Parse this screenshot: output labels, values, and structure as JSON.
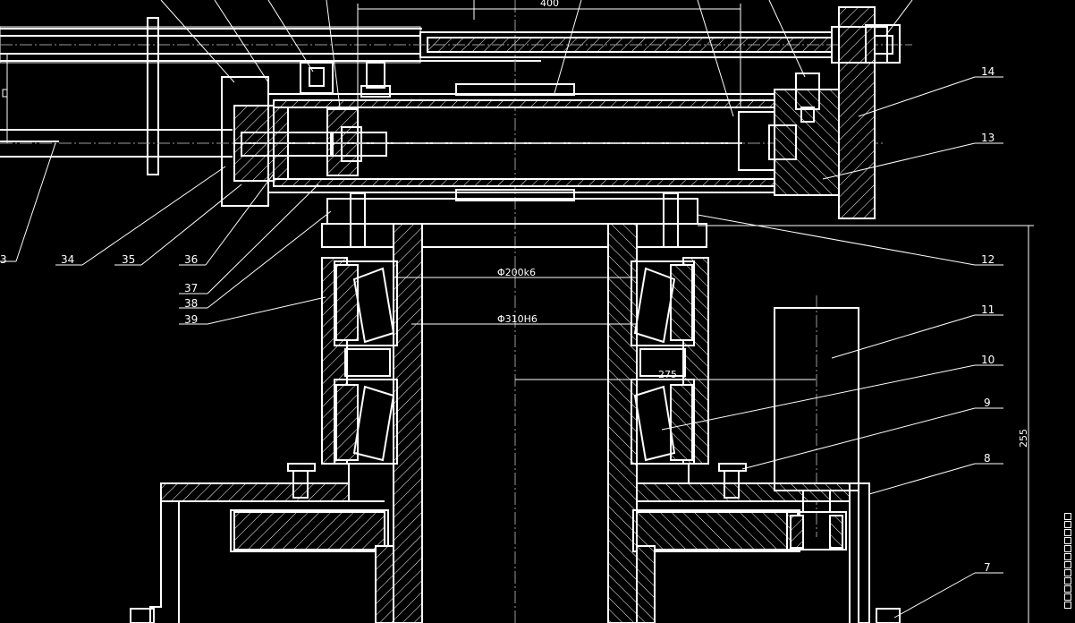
{
  "drawing": {
    "background": "#000000",
    "line_color": "#ffffff",
    "dimensions": {
      "top_width": "400",
      "inner_bore_1": "Φ200k6",
      "inner_bore_2": "Φ310H6",
      "mid_width": "275",
      "right_height": "255"
    },
    "part_labels": {
      "p14": "14",
      "p13": "13",
      "p12": "12",
      "p11": "11",
      "p10": "10",
      "p9": "9",
      "p8": "8",
      "p7": "7",
      "p33": "3",
      "p34": "34",
      "p35": "35",
      "p36": "36",
      "p37": "37",
      "p38": "38",
      "p39": "39"
    }
  }
}
